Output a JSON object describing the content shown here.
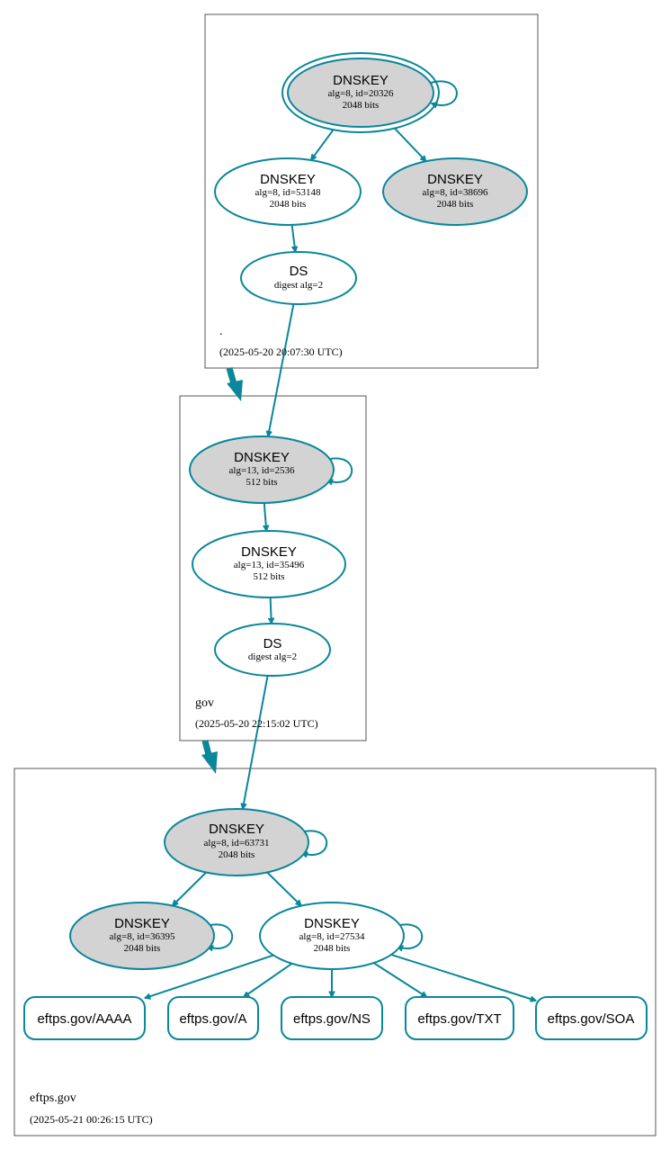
{
  "colors": {
    "accent": "#0a879a",
    "filled_key": "#d3d3d3",
    "border": "#555555"
  },
  "zones": [
    {
      "id": "root",
      "name": ".",
      "timestamp": "(2025-05-20 20:07:30 UTC)",
      "nodes": [
        {
          "id": "root-ksk",
          "type": "DNSKEY",
          "title": "DNSKEY",
          "line1": "alg=8, id=20326",
          "line2": "2048 bits",
          "filled": true,
          "trust_anchor": true
        },
        {
          "id": "root-zsk1",
          "type": "DNSKEY",
          "title": "DNSKEY",
          "line1": "alg=8, id=53148",
          "line2": "2048 bits",
          "filled": false
        },
        {
          "id": "root-zsk2",
          "type": "DNSKEY",
          "title": "DNSKEY",
          "line1": "alg=8, id=38696",
          "line2": "2048 bits",
          "filled": true
        },
        {
          "id": "root-ds",
          "type": "DS",
          "title": "DS",
          "line1": "digest alg=2",
          "line2": "",
          "filled": false
        }
      ]
    },
    {
      "id": "gov",
      "name": "gov",
      "timestamp": "(2025-05-20 22:15:02 UTC)",
      "nodes": [
        {
          "id": "gov-ksk",
          "type": "DNSKEY",
          "title": "DNSKEY",
          "line1": "alg=13, id=2536",
          "line2": "512 bits",
          "filled": true
        },
        {
          "id": "gov-zsk",
          "type": "DNSKEY",
          "title": "DNSKEY",
          "line1": "alg=13, id=35496",
          "line2": "512 bits",
          "filled": false
        },
        {
          "id": "gov-ds",
          "type": "DS",
          "title": "DS",
          "line1": "digest alg=2",
          "line2": "",
          "filled": false
        }
      ]
    },
    {
      "id": "eftps",
      "name": "eftps.gov",
      "timestamp": "(2025-05-21 00:26:15 UTC)",
      "nodes": [
        {
          "id": "eftps-ksk",
          "type": "DNSKEY",
          "title": "DNSKEY",
          "line1": "alg=8, id=63731",
          "line2": "2048 bits",
          "filled": true
        },
        {
          "id": "eftps-k2",
          "type": "DNSKEY",
          "title": "DNSKEY",
          "line1": "alg=8, id=36395",
          "line2": "2048 bits",
          "filled": true
        },
        {
          "id": "eftps-zsk",
          "type": "DNSKEY",
          "title": "DNSKEY",
          "line1": "alg=8, id=27534",
          "line2": "2048 bits",
          "filled": false
        }
      ],
      "rrsets": [
        {
          "id": "rr-aaaa",
          "label": "eftps.gov/AAAA"
        },
        {
          "id": "rr-a",
          "label": "eftps.gov/A"
        },
        {
          "id": "rr-ns",
          "label": "eftps.gov/NS"
        },
        {
          "id": "rr-txt",
          "label": "eftps.gov/TXT"
        },
        {
          "id": "rr-soa",
          "label": "eftps.gov/SOA"
        }
      ]
    }
  ],
  "edges": [
    {
      "from": "root-ksk",
      "to": "root-ksk"
    },
    {
      "from": "root-ksk",
      "to": "root-zsk1"
    },
    {
      "from": "root-ksk",
      "to": "root-zsk2"
    },
    {
      "from": "root-zsk1",
      "to": "root-ds"
    },
    {
      "from": "root-ds",
      "to": "gov-ksk"
    },
    {
      "from": "gov-ksk",
      "to": "gov-ksk"
    },
    {
      "from": "gov-ksk",
      "to": "gov-zsk"
    },
    {
      "from": "gov-zsk",
      "to": "gov-ds"
    },
    {
      "from": "gov-ds",
      "to": "eftps-ksk"
    },
    {
      "from": "eftps-ksk",
      "to": "eftps-ksk"
    },
    {
      "from": "eftps-ksk",
      "to": "eftps-k2"
    },
    {
      "from": "eftps-ksk",
      "to": "eftps-zsk"
    },
    {
      "from": "eftps-k2",
      "to": "eftps-k2"
    },
    {
      "from": "eftps-zsk",
      "to": "eftps-zsk"
    },
    {
      "from": "eftps-zsk",
      "to": "rr-aaaa"
    },
    {
      "from": "eftps-zsk",
      "to": "rr-a"
    },
    {
      "from": "eftps-zsk",
      "to": "rr-ns"
    },
    {
      "from": "eftps-zsk",
      "to": "rr-txt"
    },
    {
      "from": "eftps-zsk",
      "to": "rr-soa"
    }
  ],
  "delegations": [
    {
      "from": "root",
      "to": "gov"
    },
    {
      "from": "gov",
      "to": "eftps"
    }
  ]
}
